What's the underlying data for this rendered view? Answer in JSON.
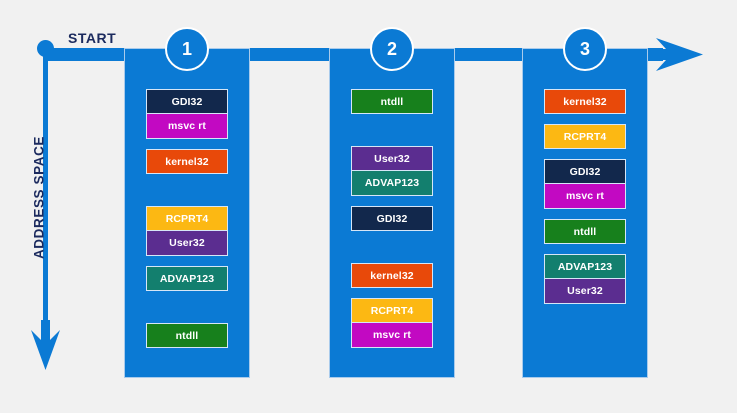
{
  "diagram": {
    "axis_label": "ADDRESS SPACE",
    "start_label": "START",
    "colors": {
      "background": "#f1f1f1",
      "column": "#0b7ad4",
      "axis": "#0b7ad4",
      "label_text": "#1b2a5e",
      "gdi32": "#12284c",
      "msvcrt": "#c209c2",
      "kernel32": "#e8490a",
      "rcprt4": "#fcb813",
      "user32": "#5b2d90",
      "advap123": "#137f6e",
      "ntdll": "#17801c"
    },
    "icons": {
      "down_arrow": "arrow-down-icon",
      "right_arrow": "arrow-right-icon",
      "start_dot": "start-dot-icon"
    },
    "columns": [
      {
        "badge": "1",
        "groups": [
          {
            "spacing": "none",
            "modules": [
              {
                "label": "GDI32",
                "color": "#12284c"
              },
              {
                "label": "msvc rt",
                "color": "#c209c2"
              }
            ]
          },
          {
            "spacing": "gap-sm",
            "modules": [
              {
                "label": "kernel32",
                "color": "#e8490a"
              }
            ]
          },
          {
            "spacing": "gap-lg",
            "modules": [
              {
                "label": "RCPRT4",
                "color": "#fcb813"
              },
              {
                "label": "User32",
                "color": "#5b2d90"
              }
            ]
          },
          {
            "spacing": "gap-sm",
            "modules": [
              {
                "label": "ADVAP123",
                "color": "#137f6e"
              }
            ]
          },
          {
            "spacing": "gap-lg",
            "modules": [
              {
                "label": "ntdll",
                "color": "#17801c"
              }
            ]
          }
        ]
      },
      {
        "badge": "2",
        "groups": [
          {
            "spacing": "none",
            "modules": [
              {
                "label": "ntdll",
                "color": "#17801c"
              }
            ]
          },
          {
            "spacing": "gap-lg",
            "modules": [
              {
                "label": "User32",
                "color": "#5b2d90"
              },
              {
                "label": "ADVAP123",
                "color": "#137f6e"
              }
            ]
          },
          {
            "spacing": "gap-sm",
            "modules": [
              {
                "label": "GDI32",
                "color": "#12284c"
              }
            ]
          },
          {
            "spacing": "gap-lg",
            "modules": [
              {
                "label": "kernel32",
                "color": "#e8490a"
              }
            ]
          },
          {
            "spacing": "gap-sm",
            "modules": [
              {
                "label": "RCPRT4",
                "color": "#fcb813"
              },
              {
                "label": "msvc rt",
                "color": "#c209c2"
              }
            ]
          }
        ]
      },
      {
        "badge": "3",
        "groups": [
          {
            "spacing": "none",
            "modules": [
              {
                "label": "kernel32",
                "color": "#e8490a"
              }
            ]
          },
          {
            "spacing": "gap-sm",
            "modules": [
              {
                "label": "RCPRT4",
                "color": "#fcb813"
              }
            ]
          },
          {
            "spacing": "gap-sm",
            "modules": [
              {
                "label": "GDI32",
                "color": "#12284c"
              },
              {
                "label": "msvc rt",
                "color": "#c209c2"
              }
            ]
          },
          {
            "spacing": "gap-sm",
            "modules": [
              {
                "label": "ntdll",
                "color": "#17801c"
              }
            ]
          },
          {
            "spacing": "gap-sm",
            "modules": [
              {
                "label": "ADVAP123",
                "color": "#137f6e"
              },
              {
                "label": "User32",
                "color": "#5b2d90"
              }
            ]
          }
        ]
      }
    ]
  }
}
